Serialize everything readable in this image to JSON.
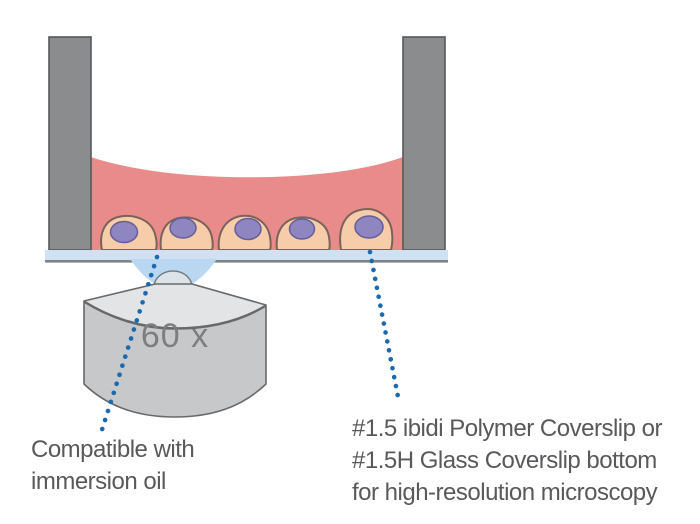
{
  "diagram": {
    "title_implicit": "Dish with coverslip bottom on an oil-immersion objective",
    "parts": [
      "dish-wall-left",
      "dish-wall-right",
      "cell-culture-medium",
      "adherent-cells",
      "coverslip-bottom",
      "immersion-oil-drop",
      "objective-lens"
    ],
    "cells_count": 5
  },
  "labels": {
    "objective_magnification": "60 x",
    "left_annotation": {
      "line1": "Compatible with",
      "line2": "immersion oil"
    },
    "right_annotation": {
      "line1": "#1.5 ibidi Polymer Coverslip or",
      "line2": "#1.5H Glass Coverslip bottom",
      "line3": "for high-resolution microscopy"
    }
  },
  "colors": {
    "background": "#ffffff",
    "dish_wall": "#8a8c8e",
    "dish_wall_outline": "#55585b",
    "medium": "#e98b8b",
    "cell_body": "#f7cda9",
    "cell_outline": "#7a635a",
    "nucleus": "#8f86c1",
    "nucleus_outline": "#645e99",
    "coverslip": "#cfe1f3",
    "coverslip_line": "#7e8386",
    "immersion_oil": "#b9d7f0",
    "objective_lens_dome": "#dce4ea",
    "objective_top": "#e3e4e5",
    "objective_body": "#c6c8ca",
    "objective_outline": "#67696b",
    "dotted_line": "#1b69af",
    "annotation_text": "#58595b",
    "magnification_text": "#7c7e80"
  }
}
